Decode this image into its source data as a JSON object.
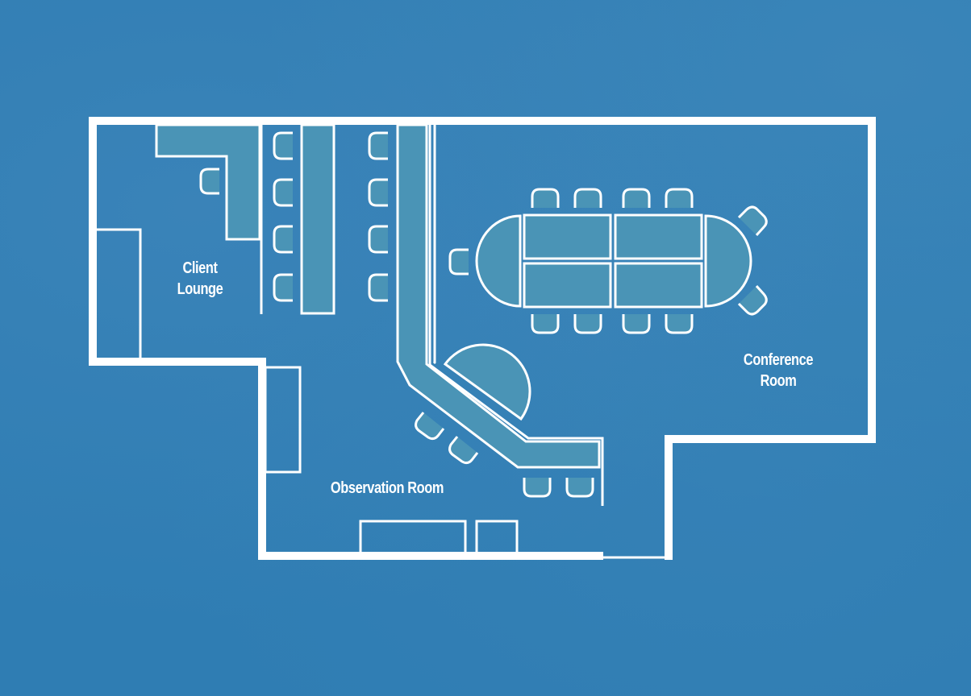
{
  "floor_plan": {
    "rooms": [
      {
        "id": "client-lounge",
        "label_lines": [
          "Client",
          "Lounge"
        ]
      },
      {
        "id": "observation-room",
        "label_lines": [
          "Observation Room"
        ]
      },
      {
        "id": "conference-room",
        "label_lines": [
          "Conference",
          "Room"
        ]
      }
    ],
    "colors": {
      "background": "#2f7db3",
      "furniture": "#4a94b6",
      "lines": "#ffffff"
    }
  }
}
